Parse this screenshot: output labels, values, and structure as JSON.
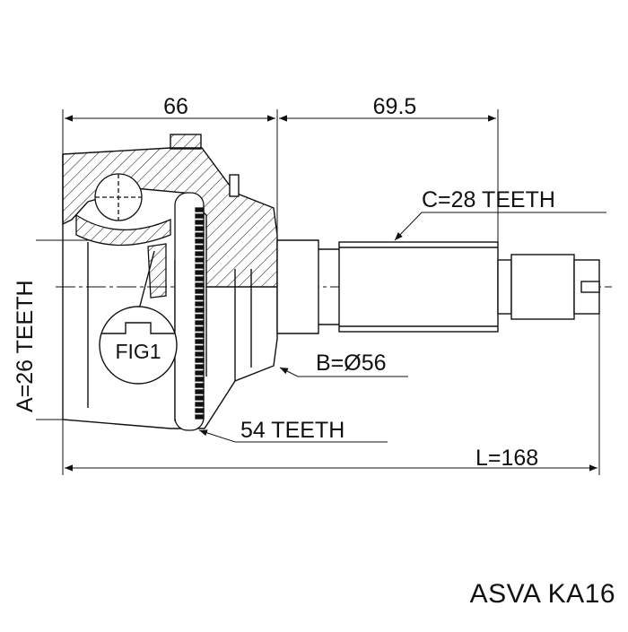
{
  "dimensions": {
    "outer_width": "66",
    "shaft_length": "69.5",
    "spline_c": "C=28 TEETH",
    "diameter_b": "B=Ø56",
    "spline_a": "A=26 TEETH",
    "abs_ring": "54 TEETH",
    "length_l": "L=168"
  },
  "detail_label": "FIG1",
  "footer": {
    "brand": "ASVA",
    "part_number": "KA16"
  },
  "colors": {
    "line": "#111111",
    "background": "#ffffff"
  }
}
